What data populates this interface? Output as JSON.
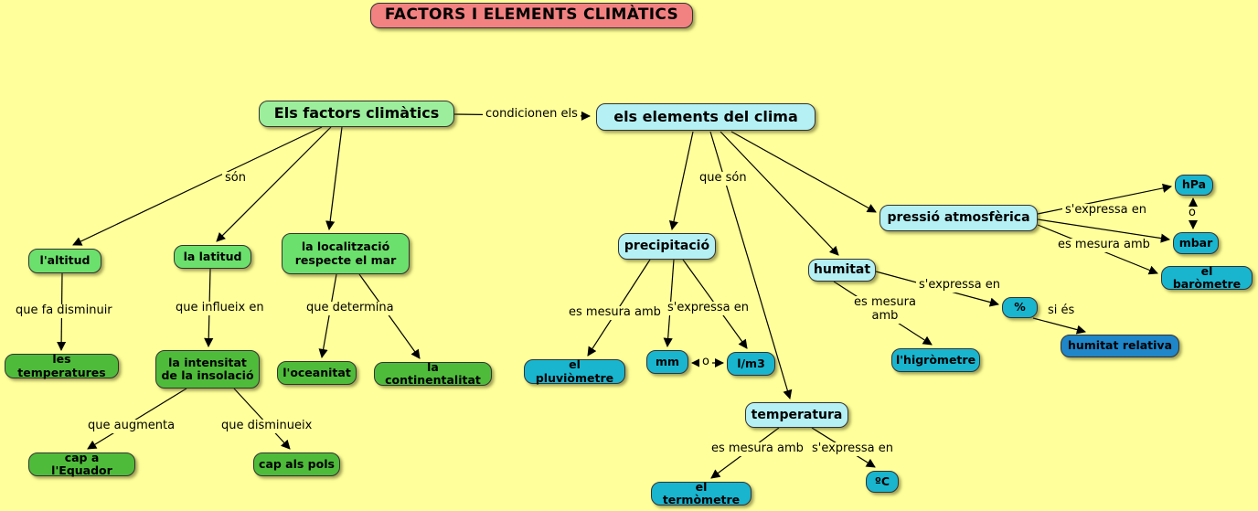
{
  "title": "FACTORS I ELEMENTS CLIMÀTICS",
  "colors": {
    "background": "#FFFF9B",
    "title_box": "#F28282",
    "factor_root_green": "#9CEE9C",
    "factor_green": "#6CE06C",
    "factor_dark_green": "#4FBB3A",
    "element_pale_cyan": "#B4F0F4",
    "element_teal": "#19B5CF",
    "element_blue": "#1E86C9",
    "line_color": "#000000"
  },
  "nodes": {
    "factors": "Els factors climàtics",
    "elements": "els elements del clima",
    "altitud": "l'altitud",
    "latitud": "la latitud",
    "localitzacio": "la localització respecte el mar",
    "temperatures": "les temperatures",
    "intensitat": "la intensitat de la insolació",
    "equador": "cap a l'Equador",
    "pols": "cap als pols",
    "oceanitat": "l'oceanitat",
    "continentalitat": "la continentalitat",
    "precipitacio": "precipitació",
    "pluviometre": "el pluviòmetre",
    "mm": "mm",
    "lm3": "l/m3",
    "humitat": "humitat",
    "higrometre": "l'higròmetre",
    "percent": "%",
    "humitat_relativa": "humitat relativa",
    "pressio": "pressió atmosfèrica",
    "hpa": "hPa",
    "mbar": "mbar",
    "barometre": "el baròmetre",
    "temperatura": "temperatura",
    "termometre": "el termòmetre",
    "celsius": "ºC"
  },
  "links": {
    "condicionen": "condicionen els",
    "son_factors": "són",
    "que_son": "que són",
    "que_fa_disminuir": "que fa disminuir",
    "que_influeix": "que influeix en",
    "que_determina": "que determina",
    "que_augmenta": "que augmenta",
    "que_disminueix": "que disminueix",
    "mesura_precip": "es mesura amb",
    "expressa_precip": "s'expressa en",
    "o_mm_lm3": "o",
    "mesura_humitat": "es mesura amb",
    "expressa_humitat": "s'expressa en",
    "si_es": "si és",
    "expressa_pressio": "s'expressa en",
    "o_hpa_mbar": "o",
    "mesura_pressio": "es mesura amb",
    "mesura_temp": "es mesura amb",
    "expressa_temp": "s'expressa en"
  }
}
